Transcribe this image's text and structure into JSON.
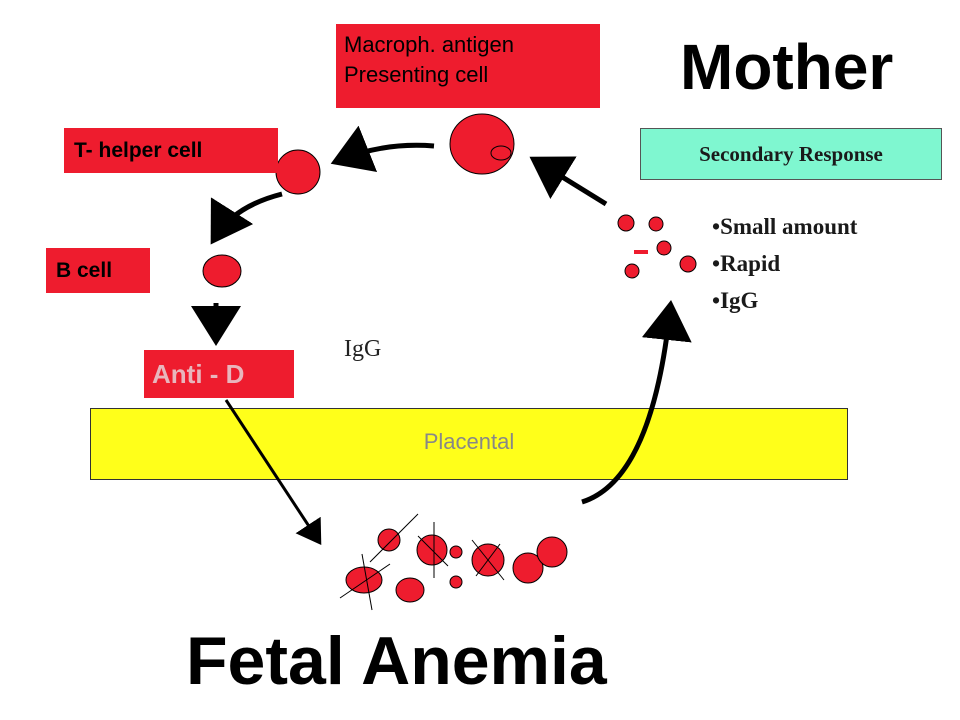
{
  "title": "Mother",
  "bottom_title": "Fetal Anemia",
  "nodes": {
    "macroph_line1": "Macroph. antigen",
    "macroph_line2": "Presenting cell",
    "t_helper": "T- helper cell",
    "b_cell": "B cell",
    "anti_d": "Anti - D"
  },
  "secondary_response": {
    "label": "Secondary Response",
    "bullets": [
      "Small amount",
      "Rapid",
      "IgG"
    ]
  },
  "igg_label": "IgG",
  "placental_label": "Placental",
  "colors": {
    "cell_red": "#ee1c2e",
    "label_red": "#ee1c2e",
    "secondary_bg": "#7ff7d0",
    "placenta_yellow": "#ffff1a"
  }
}
